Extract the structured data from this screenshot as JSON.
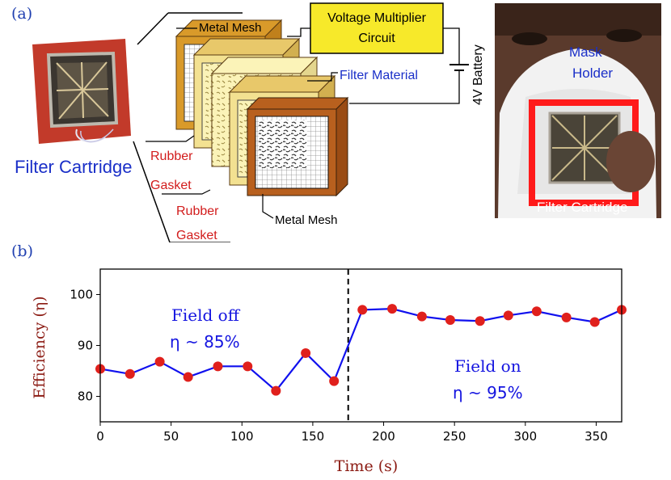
{
  "panel_a": {
    "label": "(a)",
    "photo_left_label": "Filter Cartridge",
    "diagram": {
      "metal_mesh_top": "Metal Mesh",
      "voltage_multiplier_line1": "Voltage Multiplier",
      "voltage_multiplier_line2": "Circuit",
      "filter_material": "Filter Material",
      "battery": "4V Battery",
      "rubber_gasket_1_line1": "Rubber",
      "rubber_gasket_1_line2": "Gasket",
      "rubber_gasket_2_line1": "Rubber",
      "rubber_gasket_2_line2": "Gasket",
      "metal_mesh_bottom": "Metal Mesh"
    },
    "photo_right": {
      "mask_holder_line1": "Mask",
      "mask_holder_line2": "Holder",
      "filter_cartridge": "Filter Cartridge"
    }
  },
  "panel_b": {
    "label": "(b)",
    "annotation_off_line1": "Field off",
    "annotation_off_line2": "η ~ 85%",
    "annotation_on_line1": "Field on",
    "annotation_on_line2": "η ~ 95%"
  },
  "chart_data": {
    "type": "line",
    "xlabel": "Time (s)",
    "ylabel": "Efficiency (η)",
    "xlim": [
      0,
      368
    ],
    "ylim": [
      75,
      105
    ],
    "xticks": [
      0,
      50,
      100,
      150,
      200,
      250,
      300,
      350
    ],
    "yticks": [
      80,
      90,
      100
    ],
    "grid": false,
    "marker_color": "#e0201c",
    "line_color": "#1010ee",
    "divider_x": 175,
    "series": [
      {
        "x": [
          0,
          21,
          42,
          62,
          83,
          104,
          124,
          145,
          165,
          185,
          206,
          227,
          247,
          268,
          288,
          308,
          329,
          349,
          368
        ],
        "values": [
          85.4,
          84.4,
          86.8,
          83.8,
          85.9,
          85.9,
          81.1,
          88.5,
          83.0,
          97.0,
          97.2,
          95.7,
          95.0,
          94.8,
          95.9,
          96.7,
          95.5,
          94.6,
          97.0
        ]
      }
    ]
  }
}
